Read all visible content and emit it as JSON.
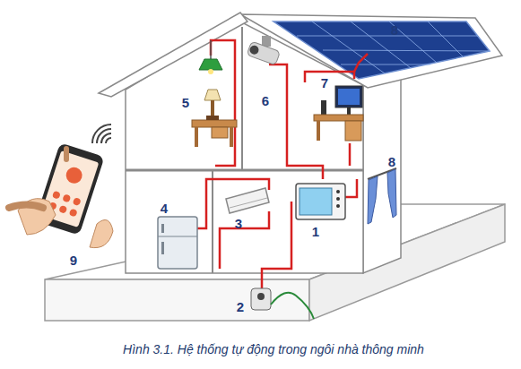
{
  "diagram": {
    "caption": "Hình 3.1. Hệ thống tự động trong ngôi nhà thông minh",
    "labels": [
      "8",
      "7",
      "6",
      "5",
      "8",
      "4",
      "3",
      "1",
      "9",
      "2"
    ]
  }
}
